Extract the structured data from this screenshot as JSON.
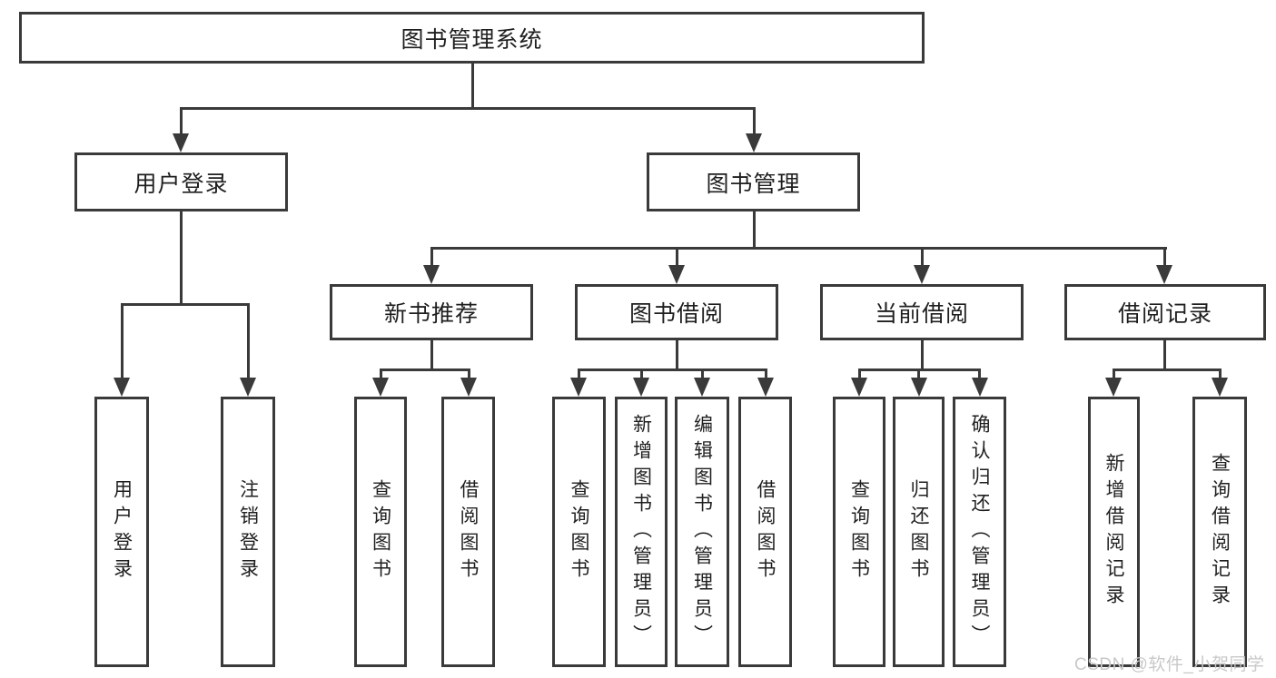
{
  "diagram_title": "图书管理系统",
  "tree": {
    "label": "图书管理系统",
    "children": [
      {
        "label": "用户登录",
        "children": [
          {
            "label": "用户登录"
          },
          {
            "label": "注销登录"
          }
        ]
      },
      {
        "label": "图书管理",
        "children": [
          {
            "label": "新书推荐",
            "children": [
              {
                "label": "查询图书"
              },
              {
                "label": "借阅图书"
              }
            ]
          },
          {
            "label": "图书借阅",
            "children": [
              {
                "label": "查询图书"
              },
              {
                "label": "新增图书（管理员）"
              },
              {
                "label": "编辑图书（管理员）"
              },
              {
                "label": "借阅图书"
              }
            ]
          },
          {
            "label": "当前借阅",
            "children": [
              {
                "label": "查询图书"
              },
              {
                "label": "归还图书"
              },
              {
                "label": "确认归还（管理员）"
              }
            ]
          },
          {
            "label": "借阅记录",
            "children": [
              {
                "label": "新增借阅记录"
              },
              {
                "label": "查询借阅记录"
              }
            ]
          }
        ]
      }
    ]
  },
  "watermark": "CSDN @软件_小贺同学",
  "colors": {
    "line": "#3a3a3a",
    "text": "#1f1f1f",
    "background": "#ffffff",
    "watermark": "#c9c9c9"
  }
}
